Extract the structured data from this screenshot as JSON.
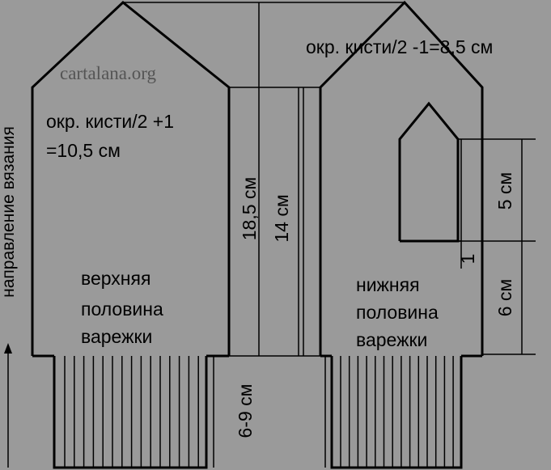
{
  "watermark": "cartalana.org",
  "direction_label": "направление вязания",
  "upper": {
    "formula_line1": "окр. кисти/2 +1",
    "formula_line2": "=10,5 см",
    "name_line1": "верхняя",
    "name_line2": "половина",
    "name_line3": "варежки"
  },
  "lower": {
    "formula": "окр. кисти/2 -1=8,5 см",
    "name_line1": "нижняя",
    "name_line2": "половина",
    "name_line3": "варежки"
  },
  "dimensions": {
    "total_length": "18,5 см",
    "thumb_start": "14 см",
    "cuff": "6-9 см",
    "thumb_height": "5 см",
    "below_thumb": "6 см",
    "thumb_gap": "1"
  },
  "colors": {
    "background": "#9a9a9a",
    "lines": "#000000",
    "watermark": "#555555"
  }
}
